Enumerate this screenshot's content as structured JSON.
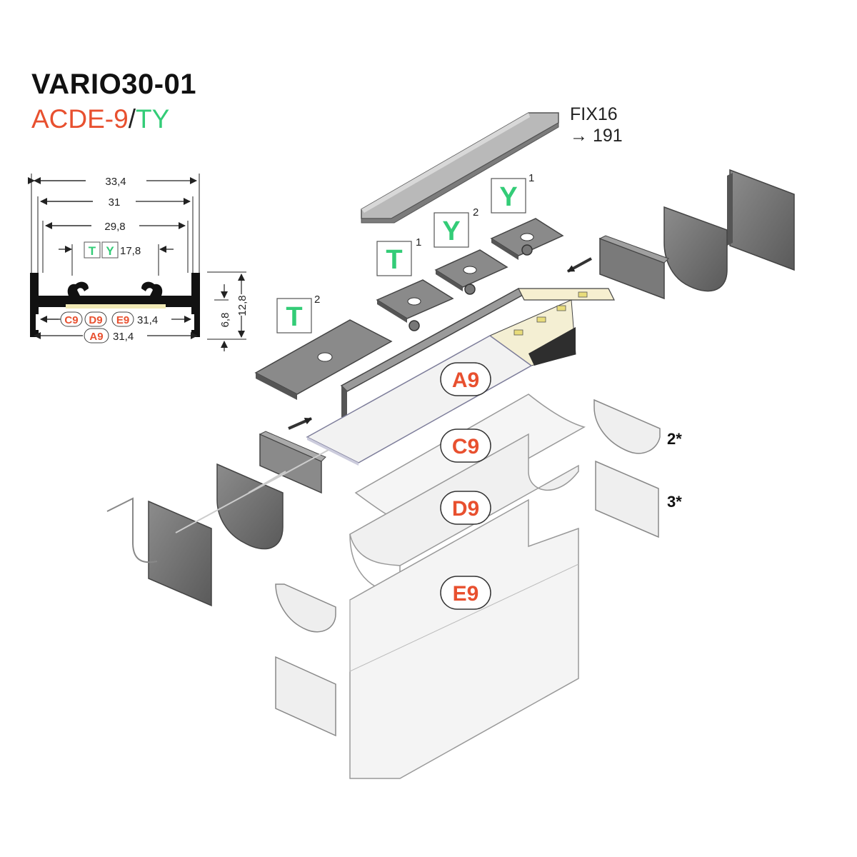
{
  "header": {
    "title": "VARIO30-01",
    "subtitle_acde": "ACDE-9",
    "subtitle_slash": "/",
    "subtitle_ty": "TY"
  },
  "fix": {
    "line1": "FIX16",
    "line2": "→ 191"
  },
  "dimensions": {
    "width_outer": "33,4",
    "width_mid": "31",
    "width_inner": "29,8",
    "mount_t": "T",
    "mount_y": "Y",
    "mount_width": "17,8",
    "cover_c9": "C9",
    "cover_d9": "D9",
    "cover_e9": "E9",
    "cover_cde_width": "31,4",
    "cover_a9": "A9",
    "cover_a9_width": "31,4",
    "height_total": "12,8",
    "height_inner": "6,8"
  },
  "parts": {
    "t_label": "T",
    "y_label": "Y",
    "t2_sup": "2",
    "t1_sup": "1",
    "y2_sup": "2",
    "y1_sup": "1",
    "a9": "A9",
    "c9": "C9",
    "d9": "D9",
    "e9": "E9",
    "note2": "2*",
    "note3": "3*"
  },
  "colors": {
    "red": "#e8502f",
    "green": "#33cc77",
    "metal": "#8a8a8a",
    "metal_dark": "#5d5d5d"
  }
}
